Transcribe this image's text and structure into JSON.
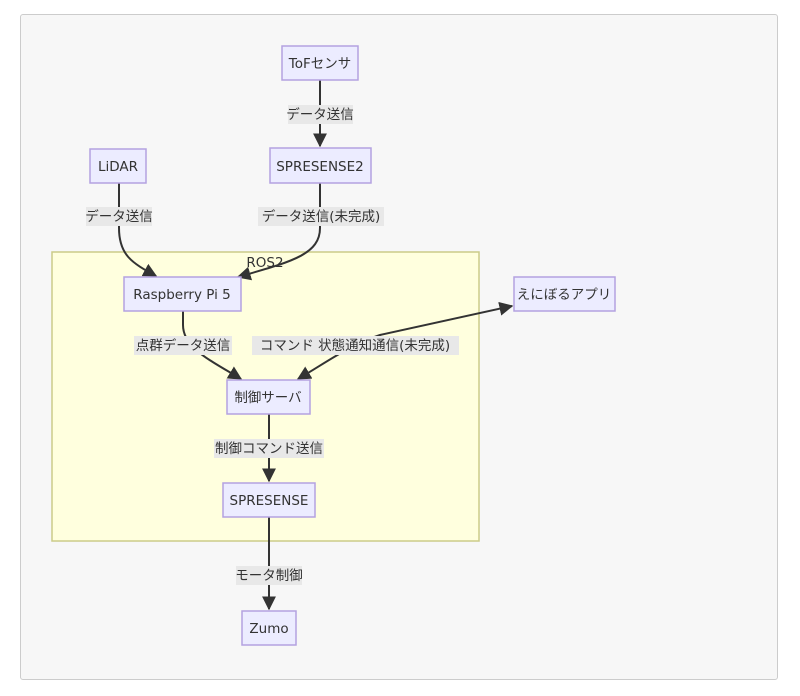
{
  "diagram": {
    "type": "flowchart",
    "subgraph": {
      "label": "ROS2",
      "members": [
        "raspi",
        "server",
        "spresense"
      ]
    },
    "nodes": {
      "tof": {
        "label": "ToFセンサ"
      },
      "spresense2": {
        "label": "SPRESENSE2"
      },
      "lidar": {
        "label": "LiDAR"
      },
      "raspi": {
        "label": "Raspberry Pi 5"
      },
      "app": {
        "label": "えにぼるアプリ"
      },
      "server": {
        "label": "制御サーバ"
      },
      "spresense": {
        "label": "SPRESENSE"
      },
      "zumo": {
        "label": "Zumo"
      }
    },
    "edges": [
      {
        "from": "tof",
        "to": "spresense2",
        "label": "データ送信"
      },
      {
        "from": "lidar",
        "to": "raspi",
        "label": "データ送信"
      },
      {
        "from": "spresense2",
        "to": "raspi",
        "label": "データ送信(未完成)"
      },
      {
        "from": "raspi",
        "to": "server",
        "label": "点群データ送信"
      },
      {
        "from": "app",
        "to": "server",
        "label": "コマンド 状態通知通信(未完成)",
        "bidirectional": true
      },
      {
        "from": "server",
        "to": "spresense",
        "label": "制御コマンド送信"
      },
      {
        "from": "spresense",
        "to": "zumo",
        "label": "モータ制御"
      }
    ]
  }
}
